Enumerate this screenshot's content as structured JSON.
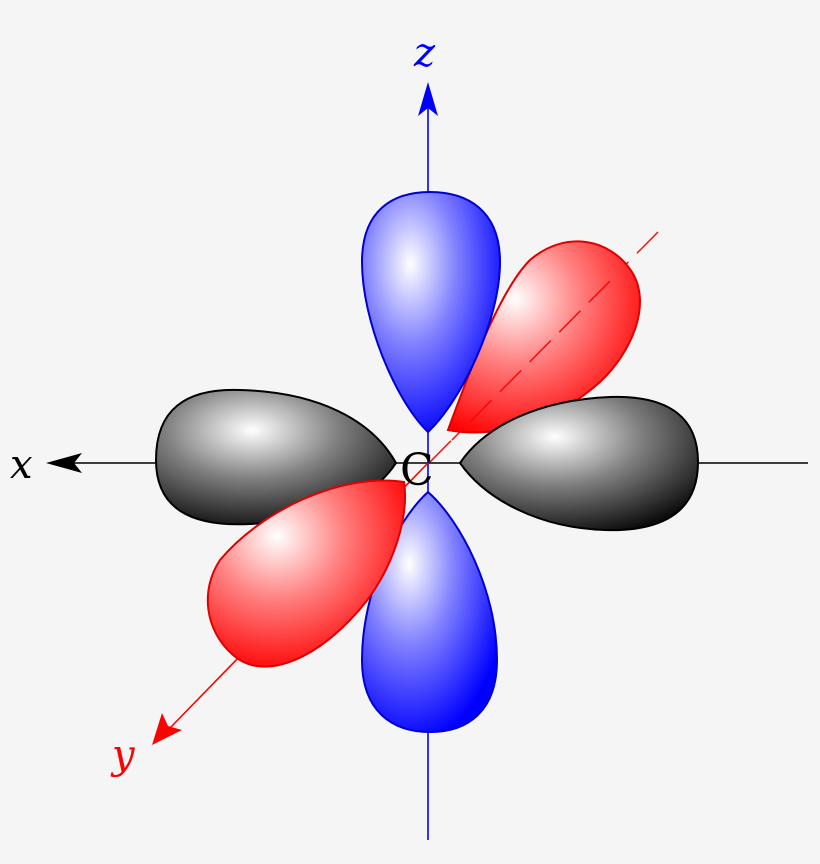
{
  "diagram": {
    "axes": {
      "x": {
        "label": "x",
        "color": "#000000"
      },
      "y": {
        "label": "y",
        "color": "#ff0000"
      },
      "z": {
        "label": "z",
        "color": "#0000ff"
      }
    },
    "atom": {
      "label": "C"
    },
    "lobes": {
      "px_color": "#000000",
      "py_color": "#ff0000",
      "pz_color": "#0000ff"
    }
  }
}
